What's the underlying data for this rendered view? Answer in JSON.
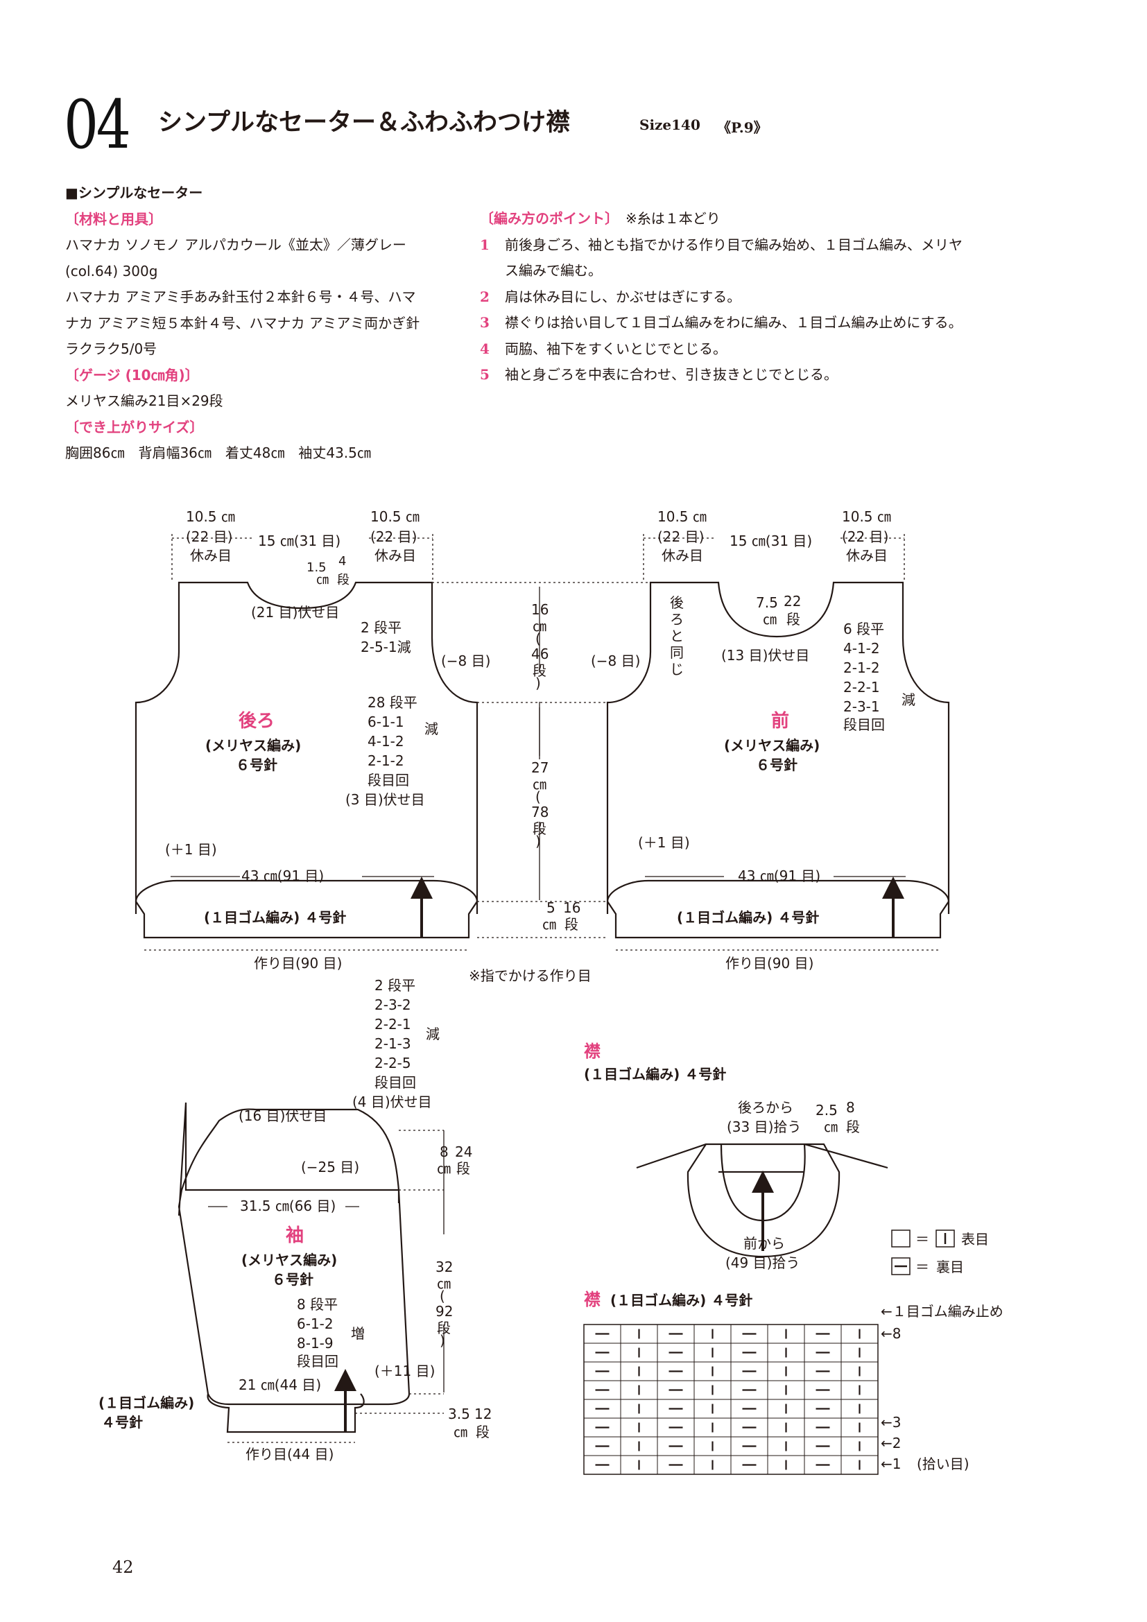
{
  "header": {
    "number": "04",
    "title": "シンプルなセーター＆ふわふわつけ襟",
    "size": "Size140",
    "page_ref": "《P.9》"
  },
  "left": {
    "section": "■シンプルなセーター",
    "materials_head": "〔材料と用具〕",
    "materials": [
      "ハマナカ ソノモノ アルパカウール《並太》／薄グレー",
      "(col.64) 300g",
      "ハマナカ アミアミ手あみ針玉付２本針６号・４号、ハマ",
      "ナカ アミアミ短５本針４号、ハマナカ アミアミ両かぎ針",
      "ラクラク5/0号"
    ],
    "gauge_head": "〔ゲージ (10㎝角)〕",
    "gauge": "メリヤス編み21目×29段",
    "size_head": "〔でき上がりサイズ〕",
    "size": "胸囲86㎝　背肩幅36㎝　着丈48㎝　袖丈43.5㎝"
  },
  "right": {
    "points_head": "〔編み方のポイント〕",
    "points_note": "※糸は１本どり",
    "steps": [
      {
        "n": "1",
        "lines": [
          "前後身ごろ、袖とも指でかける作り目で編み始め、１目ゴム編み、メリヤ",
          "ス編みで編む。"
        ]
      },
      {
        "n": "2",
        "lines": [
          "肩は休み目にし、かぶせはぎにする。"
        ]
      },
      {
        "n": "3",
        "lines": [
          "襟ぐりは拾い目して１目ゴム編みをわに編み、１目ゴム編み止めにする。"
        ]
      },
      {
        "n": "4",
        "lines": [
          "両脇、袖下をすくいとじでとじる。"
        ]
      },
      {
        "n": "5",
        "lines": [
          "袖と身ごろを中表に合わせ、引き抜きとじでとじる。"
        ]
      }
    ]
  },
  "back": {
    "shoulder_l_cm": "10.5 ㎝",
    "shoulder_l_st": "(22 目)",
    "shoulder_l_rest": "休み目",
    "neck": "15 ㎝(31 目)",
    "shoulder_r_cm": "10.5 ㎝",
    "shoulder_r_st": "(22 目)",
    "shoulder_r_rest": "休み目",
    "neck_depth_cm": "1.5",
    "neck_depth_cm2": "㎝",
    "neck_depth_rows": "4",
    "neck_depth_rows2": "段",
    "neck_bind": "(21 目)伏せ目",
    "neck_dec_rows": "2 段平",
    "neck_dec_step": "2-5-1減",
    "armhole_dec": "(−8 目)",
    "arm_dec": [
      "28 段平",
      "6-1-1",
      "4-1-2",
      "2-1-2",
      "段目回"
    ],
    "arm_dec_label": "減",
    "arm_bind": "(3 目)伏せ目",
    "name": "後ろ",
    "stitch": "(メリヤス編み)",
    "needle": "６号針",
    "inc": "(＋1 目)",
    "width": "43 ㎝(91 目)",
    "rib": "(１目ゴム編み) ４号針",
    "cast": "作り目(90 目)"
  },
  "middle": {
    "yoke": [
      "16",
      "㎝",
      "(",
      "46",
      "段",
      ")"
    ],
    "body": [
      "27",
      "㎝",
      "(",
      "78",
      "段",
      ")"
    ],
    "rib_cm": "5",
    "rib_cm2": "㎝",
    "rib_rows": "16",
    "rib_rows2": "段",
    "cast_note": "※指でかける作り目"
  },
  "front": {
    "shoulder_l_cm": "10.5 ㎝",
    "shoulder_l_st": "(22 目)",
    "shoulder_l_rest": "休み目",
    "neck": "15 ㎝(31 目)",
    "shoulder_r_cm": "10.5 ㎝",
    "shoulder_r_st": "(22 目)",
    "shoulder_r_rest": "休み目",
    "same": [
      "後",
      "ろ",
      "と",
      "同",
      "じ"
    ],
    "neck_depth_cm": "7.5",
    "neck_depth_cm2": "㎝",
    "neck_depth_rows": "22",
    "neck_depth_rows2": "段",
    "neck_bind": "(13 目)伏せ目",
    "neck_dec": [
      "6 段平",
      "4-1-2",
      "2-1-2",
      "2-2-1",
      "2-3-1",
      "段目回"
    ],
    "neck_dec_label": "減",
    "armhole_dec": "(−8 目)",
    "name": "前",
    "stitch": "(メリヤス編み)",
    "needle": "６号針",
    "inc": "(＋1 目)",
    "width": "43 ㎝(91 目)",
    "rib": "(１目ゴム編み) ４号針",
    "cast": "作り目(90 目)"
  },
  "sleeve": {
    "cap_dec": [
      "2 段平",
      "2-3-2",
      "2-2-1",
      "2-1-3",
      "2-2-5",
      "段目回"
    ],
    "cap_dec_label": "減",
    "cap_bind": "(4 目)伏せ目",
    "top_bind": "(16 目)伏せ目",
    "cap_total": "(−25 目)",
    "cap_cm": "8",
    "cap_cm2": "㎝",
    "cap_rows": "24",
    "cap_rows2": "段",
    "width": "31.5 ㎝(66 目)",
    "name": "袖",
    "stitch": "(メリヤス編み)",
    "needle": "６号針",
    "inc": [
      "8 段平",
      "6-1-2",
      "8-1-9",
      "段目回"
    ],
    "inc_label": "増",
    "len": [
      "32",
      "㎝",
      "(",
      "92",
      "段",
      ")"
    ],
    "inc_total": "(＋11 目)",
    "cuff_width": "21 ㎝(44 目)",
    "rib_label": "(１目ゴム編み)",
    "rib_needle": "４号針",
    "rib_cm": "3.5",
    "rib_cm2": "㎝",
    "rib_rows": "12",
    "rib_rows2": "段",
    "cast": "作り目(44 目)"
  },
  "collar": {
    "name": "襟",
    "rib": "(１目ゴム編み) ４号針",
    "back_pick": "後ろから",
    "back_pick_st": "(33 目)拾う",
    "depth_cm": "2.5",
    "depth_cm2": "㎝",
    "depth_rows": "8",
    "depth_rows2": "段",
    "front_pick": "前から",
    "front_pick_st": "(49 目)拾う",
    "legend_knit": "＝",
    "legend_knit_label": "表目",
    "legend_purl": "＝",
    "legend_purl_label": "裏目",
    "chart_title_name": "襟",
    "chart_title_rest": "(１目ゴム編み) ４号針",
    "chart_bind": "←１目ゴム編み止め",
    "row_labels": [
      "←8",
      "←3",
      "←2",
      "←1"
    ],
    "row_pick": "(拾い目)"
  },
  "folio": "42"
}
